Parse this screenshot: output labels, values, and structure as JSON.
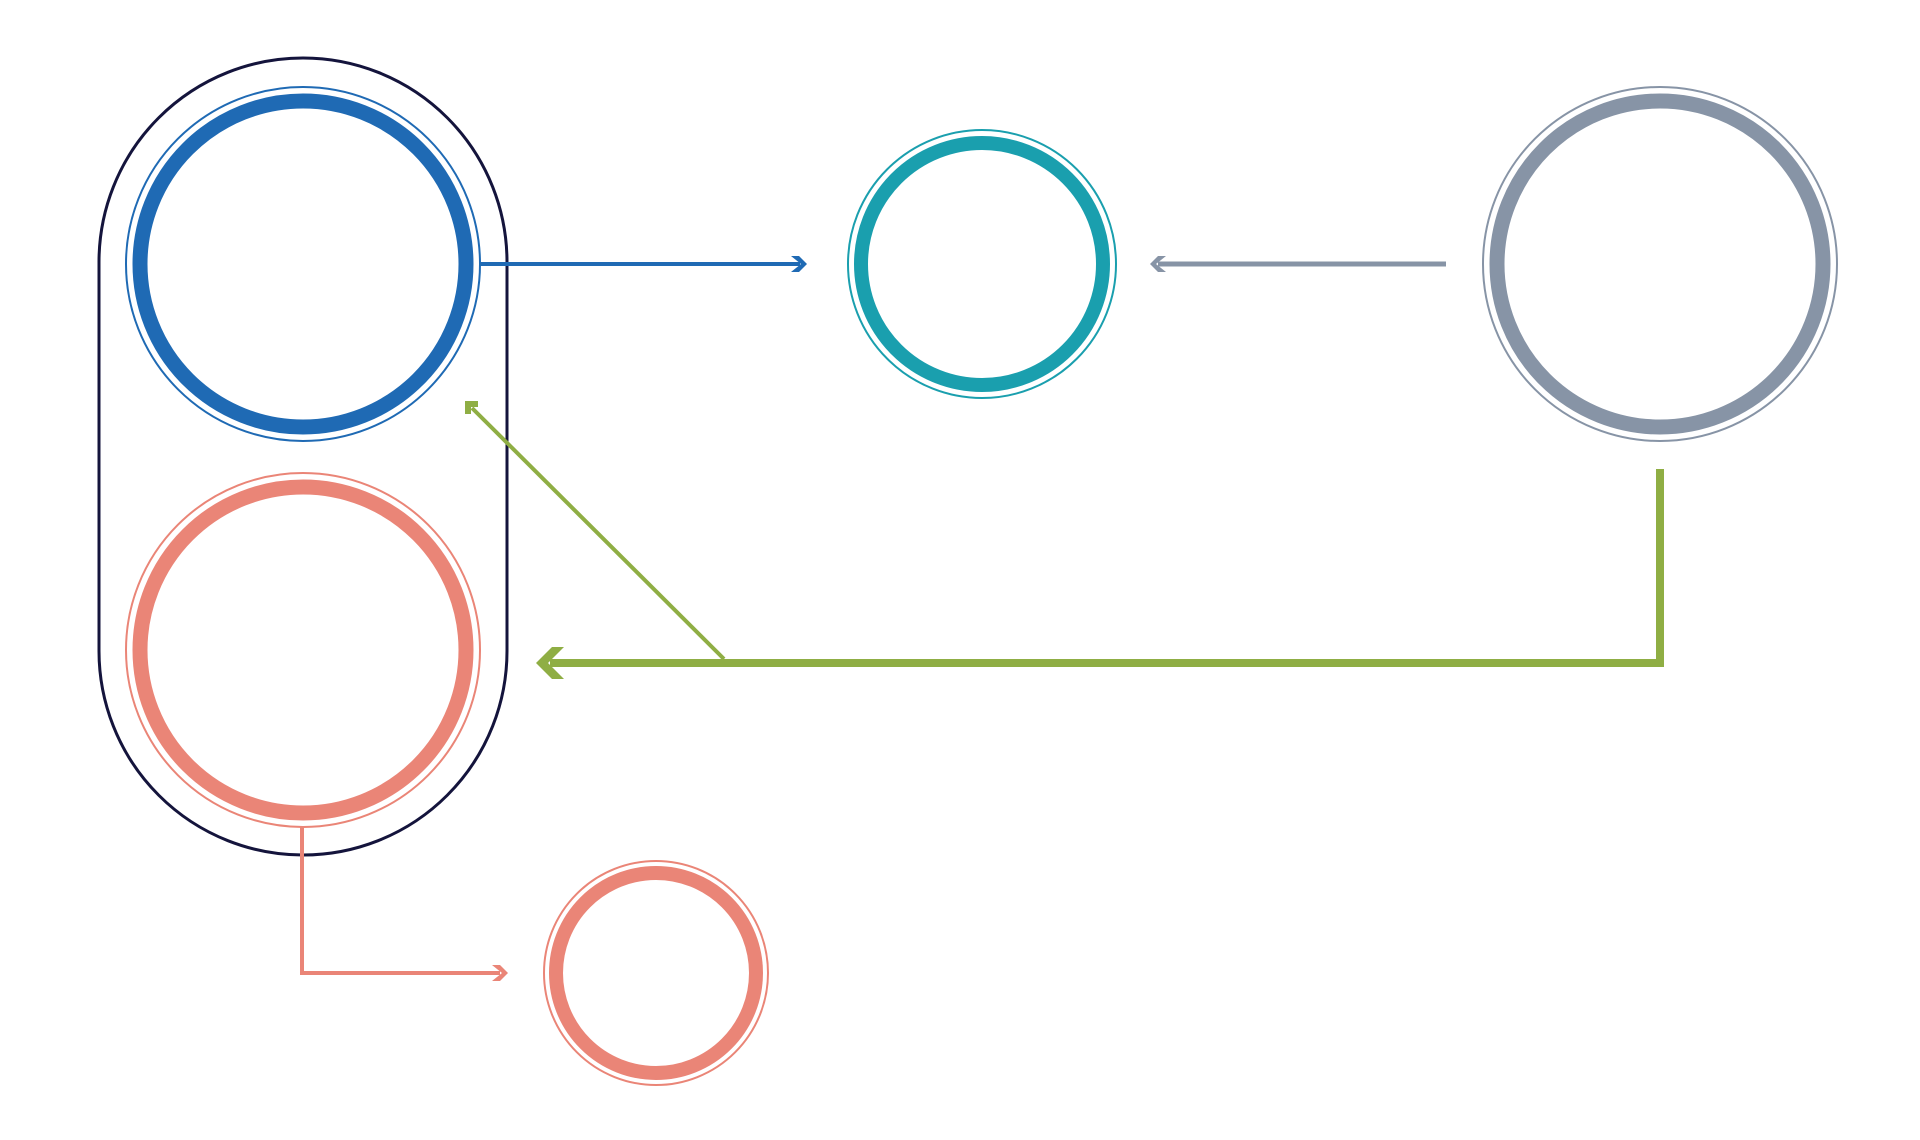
{
  "diagram": {
    "colors": {
      "background": "#ffffff",
      "container": "#14143c",
      "blue": "#1f6ab4",
      "teal": "#1a9fae",
      "gray": "#8794a6",
      "salmon": "#ea8577",
      "green": "#8fae44"
    },
    "nodes": [
      {
        "id": "blue-node",
        "label": "",
        "color": "blue"
      },
      {
        "id": "teal-node",
        "label": "",
        "color": "teal"
      },
      {
        "id": "gray-node",
        "label": "",
        "color": "gray"
      },
      {
        "id": "salmon-node",
        "label": "",
        "color": "salmon"
      },
      {
        "id": "small-salmon-node",
        "label": "",
        "color": "salmon"
      }
    ],
    "groups": [
      {
        "id": "left-group",
        "members": [
          "blue-node",
          "salmon-node"
        ],
        "color": "container"
      }
    ],
    "edges": [
      {
        "from": "blue-node",
        "to": "teal-node",
        "color": "blue"
      },
      {
        "from": "gray-node",
        "to": "teal-node",
        "color": "gray"
      },
      {
        "from": "gray-node",
        "to": "left-group",
        "color": "green"
      },
      {
        "from": "gray-node",
        "to": "blue-node",
        "color": "green"
      },
      {
        "from": "salmon-node",
        "to": "small-salmon-node",
        "color": "salmon"
      }
    ]
  }
}
